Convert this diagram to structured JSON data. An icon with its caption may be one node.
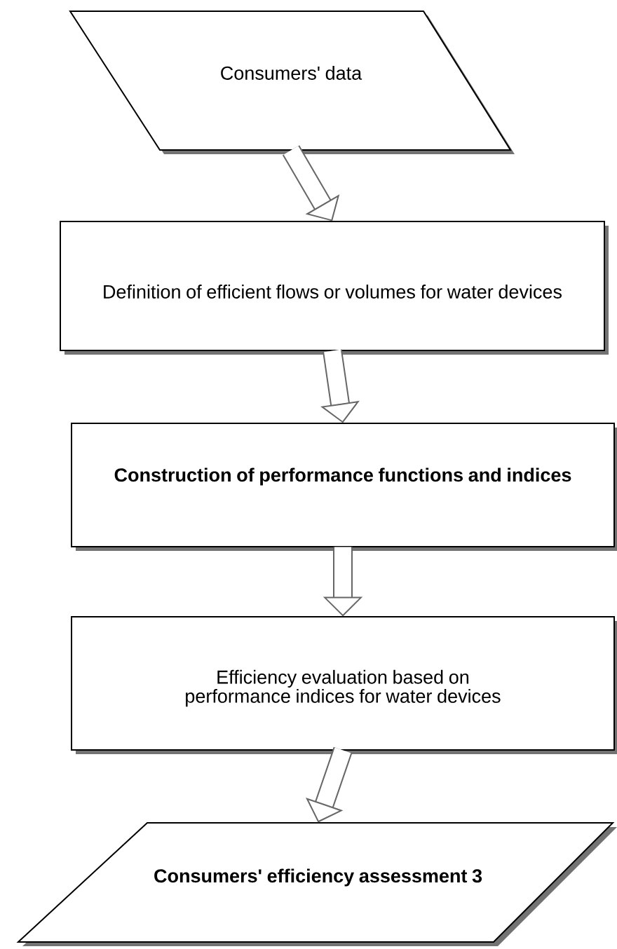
{
  "diagram": {
    "nodes": [
      {
        "text": [
          "Consumers' data"
        ]
      },
      {
        "text": [
          "Definition of efficient flows or volumes for water devices"
        ]
      },
      {
        "text": [
          "Construction of performance functions and indices"
        ]
      },
      {
        "text": [
          "Efficiency evaluation based on performance indices for water devices"
        ]
      },
      {
        "text": [
          "Consumers' efficiency assessment 3"
        ]
      }
    ],
    "edges": [
      {
        "from": 0,
        "to": 1,
        "arrow": "to"
      },
      {
        "from": 1,
        "to": 2,
        "arrow": "to"
      },
      {
        "from": 2,
        "to": 3,
        "arrow": "to"
      },
      {
        "from": 3,
        "to": 4,
        "arrow": "to"
      }
    ]
  }
}
